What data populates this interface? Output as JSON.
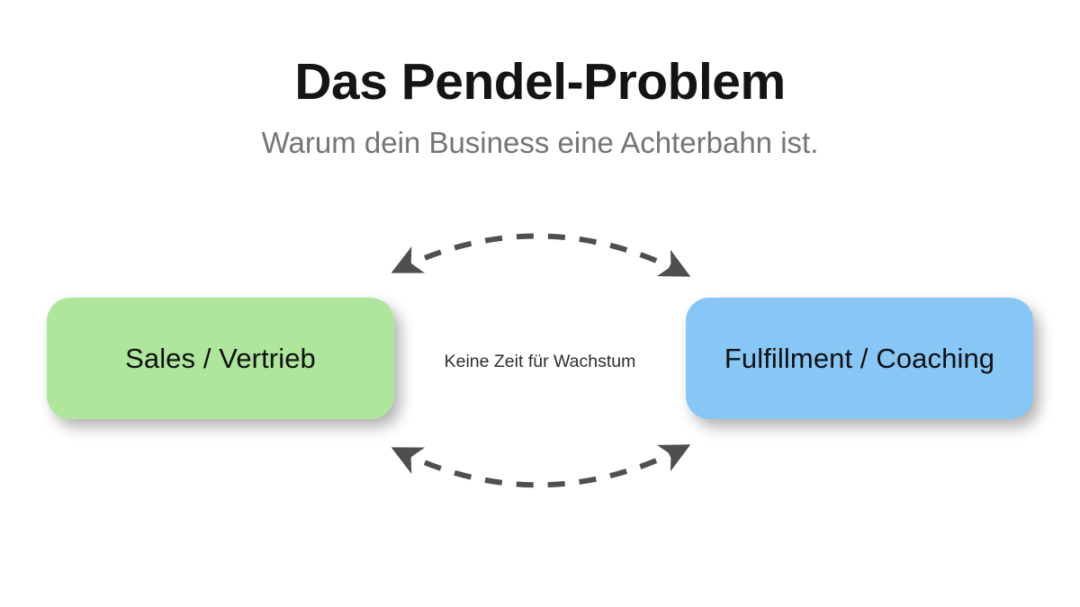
{
  "header": {
    "title": "Das Pendel-Problem",
    "subtitle": "Warum dein Business eine Achterbahn ist."
  },
  "diagram": {
    "type": "cycle-diagram",
    "center_caption": "Keine Zeit für Wachstum",
    "nodes": [
      {
        "id": "sales",
        "label": "Sales / Vertrieb",
        "fill": "#AEE79B",
        "text_color": "#101010",
        "position": "left"
      },
      {
        "id": "fulfillment",
        "label": "Fulfillment / Coaching",
        "fill": "#87C7F6",
        "text_color": "#101010",
        "position": "right"
      }
    ],
    "connectors": [
      {
        "id": "top-arc",
        "style": "dashed",
        "color": "#4f4f4f",
        "heads": "both",
        "curve": "arc-up",
        "from": "fulfillment",
        "to": "sales"
      },
      {
        "id": "bottom-arc",
        "style": "dashed",
        "color": "#4f4f4f",
        "heads": "both",
        "curve": "arc-down",
        "from": "sales",
        "to": "fulfillment"
      }
    ]
  },
  "colors": {
    "background": "#ffffff",
    "title": "#141414",
    "subtitle": "#757575",
    "arrow": "#4f4f4f",
    "green": "#AEE79B",
    "blue": "#87C7F6"
  }
}
